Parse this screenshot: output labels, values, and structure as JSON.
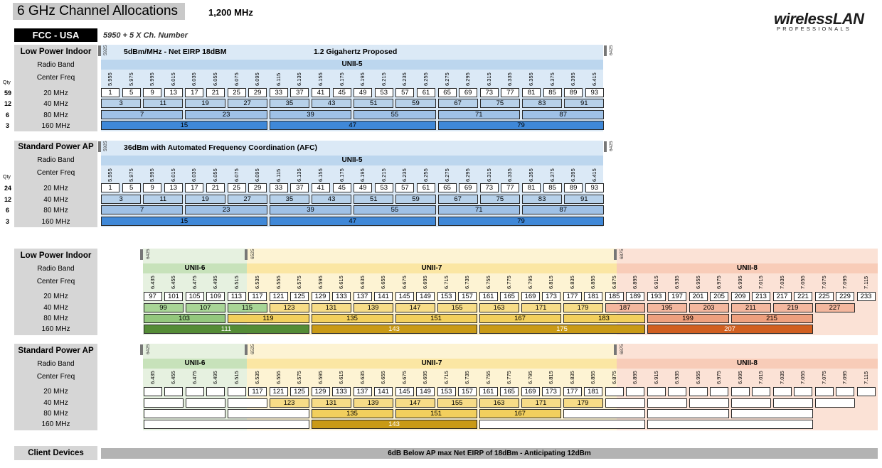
{
  "title": "6 GHz Channel Allocations",
  "bandwidth": "1,200 MHz",
  "logo": {
    "main": "wirelessLAN",
    "sub": "PROFESSIONALS"
  },
  "region": "FCC - USA",
  "formula": "5950 + 5 X Ch. Number",
  "labels": {
    "radio_band": "Radio Band",
    "center_freq": "Center Freq",
    "qty": "Qty",
    "w20": "20 MHz",
    "w40": "40 MHz",
    "w80": "80 MHz",
    "w160": "160 MHz"
  },
  "unii5": {
    "lpi": {
      "heading": "Low Power Indoor",
      "start_mark": "5925",
      "end_mark": "6425",
      "note1": "5dBm/MHz - Net EIRP 18dBM",
      "note2": "1.2 Gigahertz Proposed",
      "band": "UNII-5",
      "qty": {
        "w20": "59",
        "w40": "12",
        "w80": "6",
        "w160": "3"
      }
    },
    "sp": {
      "heading": "Standard Power AP",
      "start_mark": "5925",
      "end_mark": "6425",
      "note1": "36dBm with Automated Frequency Coordination (AFC)",
      "band": "UNII-5",
      "qty": {
        "w20": "24",
        "w40": "12",
        "w80": "6",
        "w160": "3"
      }
    },
    "freqs": [
      "5.955",
      "5.975",
      "5.995",
      "6.015",
      "6.035",
      "6.055",
      "6.075",
      "6.095",
      "6.115",
      "6.135",
      "6.155",
      "6.175",
      "6.195",
      "6.215",
      "6.235",
      "6.255",
      "6.275",
      "6.295",
      "6.315",
      "6.335",
      "6.355",
      "6.375",
      "6.395",
      "6.415"
    ],
    "ch20": [
      "1",
      "5",
      "9",
      "13",
      "17",
      "21",
      "25",
      "29",
      "33",
      "37",
      "41",
      "45",
      "49",
      "53",
      "57",
      "61",
      "65",
      "69",
      "73",
      "77",
      "81",
      "85",
      "89",
      "93"
    ],
    "ch40": [
      "3",
      "11",
      "19",
      "27",
      "35",
      "43",
      "51",
      "59",
      "67",
      "75",
      "83",
      "91"
    ],
    "ch80": [
      "7",
      "23",
      "39",
      "55",
      "71",
      "87"
    ],
    "ch160": [
      "15",
      "47",
      "79"
    ]
  },
  "upper": {
    "lpi_heading": "Low Power Indoor",
    "sp_heading": "Standard Power AP",
    "marks": [
      "6425",
      "6525",
      "6875"
    ],
    "bands": [
      "UNII-6",
      "UNII-7",
      "UNII-8"
    ],
    "freqs": [
      "6.435",
      "6.455",
      "6.475",
      "6.495",
      "6.515",
      "6.535",
      "6.555",
      "6.575",
      "6.595",
      "6.615",
      "6.635",
      "6.655",
      "6.675",
      "6.695",
      "6.715",
      "6.735",
      "6.755",
      "6.775",
      "6.795",
      "6.815",
      "6.835",
      "6.855",
      "6.875",
      "6.895",
      "6.915",
      "6.935",
      "6.955",
      "6.975",
      "6.995",
      "7.015",
      "7.035",
      "7.055",
      "7.075",
      "7.095",
      "7.115"
    ],
    "ch20": [
      "97",
      "101",
      "105",
      "109",
      "113",
      "117",
      "121",
      "125",
      "129",
      "133",
      "137",
      "141",
      "145",
      "149",
      "153",
      "157",
      "161",
      "165",
      "169",
      "173",
      "177",
      "181",
      "185",
      "189",
      "193",
      "197",
      "201",
      "205",
      "209",
      "213",
      "217",
      "221",
      "225",
      "229",
      "233"
    ],
    "ch40": [
      "99",
      "107",
      "115",
      "123",
      "131",
      "139",
      "147",
      "155",
      "163",
      "171",
      "179",
      "187",
      "195",
      "203",
      "211",
      "219",
      "227"
    ],
    "ch80": [
      "103",
      "119",
      "135",
      "151",
      "167",
      "183",
      "199",
      "215"
    ],
    "ch160": [
      "111",
      "143",
      "175",
      "207"
    ],
    "sp_ch20": [
      "117",
      "121",
      "125",
      "129",
      "133",
      "137",
      "141",
      "145",
      "149",
      "153",
      "157",
      "161",
      "165",
      "169",
      "173",
      "177",
      "181"
    ],
    "sp_ch40": [
      "123",
      "131",
      "139",
      "147",
      "155",
      "163",
      "171",
      "179"
    ],
    "sp_ch80": [
      "135",
      "151",
      "167"
    ],
    "sp_ch160": [
      "143"
    ]
  },
  "client": {
    "heading": "Client Devices",
    "note": "6dB Below AP max Net EIRP of 18dBm - Anticipating 12dBm"
  },
  "colors": {
    "u5_bg": "#dbe9f6",
    "u5_band": "#bcd6ee",
    "u5_40": "#b7d1ea",
    "u5_80": "#9fc1e6",
    "u5_160": "#3f88d8",
    "u6_bg": "#e6f1e0",
    "u6_band": "#c7e2ba",
    "u6_40": "#a8d596",
    "u6_80": "#93c77d",
    "u6_160": "#548c36",
    "u7_bg": "#fdf3d3",
    "u7_band": "#fbe6a3",
    "u7_40": "#f7dc87",
    "u7_80": "#f2cf5d",
    "u7_160": "#c99a16",
    "u8_bg": "#fbe2d6",
    "u8_band": "#f8ccb8",
    "u8_40": "#f4b79e",
    "u8_80": "#eea07e",
    "u8_160": "#d15f20"
  }
}
